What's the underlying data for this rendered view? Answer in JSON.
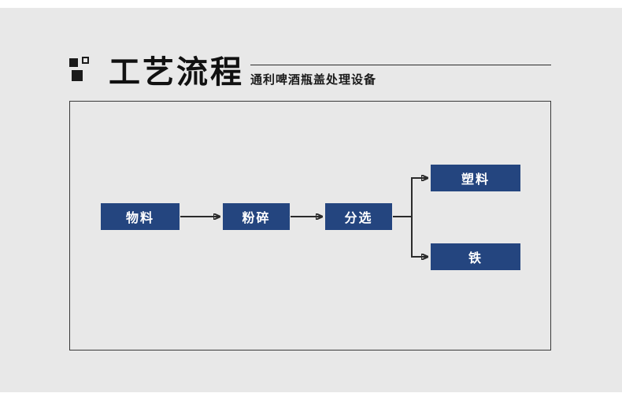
{
  "header": {
    "title": "工艺流程",
    "subtitle": "通利啤酒瓶盖处理设备"
  },
  "diagram": {
    "nodes": [
      {
        "id": "material",
        "label": "物料"
      },
      {
        "id": "crush",
        "label": "粉碎"
      },
      {
        "id": "sort",
        "label": "分选"
      },
      {
        "id": "plastic",
        "label": "塑料"
      },
      {
        "id": "iron",
        "label": "铁"
      }
    ],
    "edges": [
      {
        "from": "material",
        "to": "crush"
      },
      {
        "from": "crush",
        "to": "sort"
      },
      {
        "from": "sort",
        "to": "plastic"
      },
      {
        "from": "sort",
        "to": "iron"
      }
    ]
  },
  "colors": {
    "node_fill": "#24457f",
    "node_text": "#ffffff",
    "line": "#2b2b2b",
    "panel_background": "#e8e8e8"
  }
}
